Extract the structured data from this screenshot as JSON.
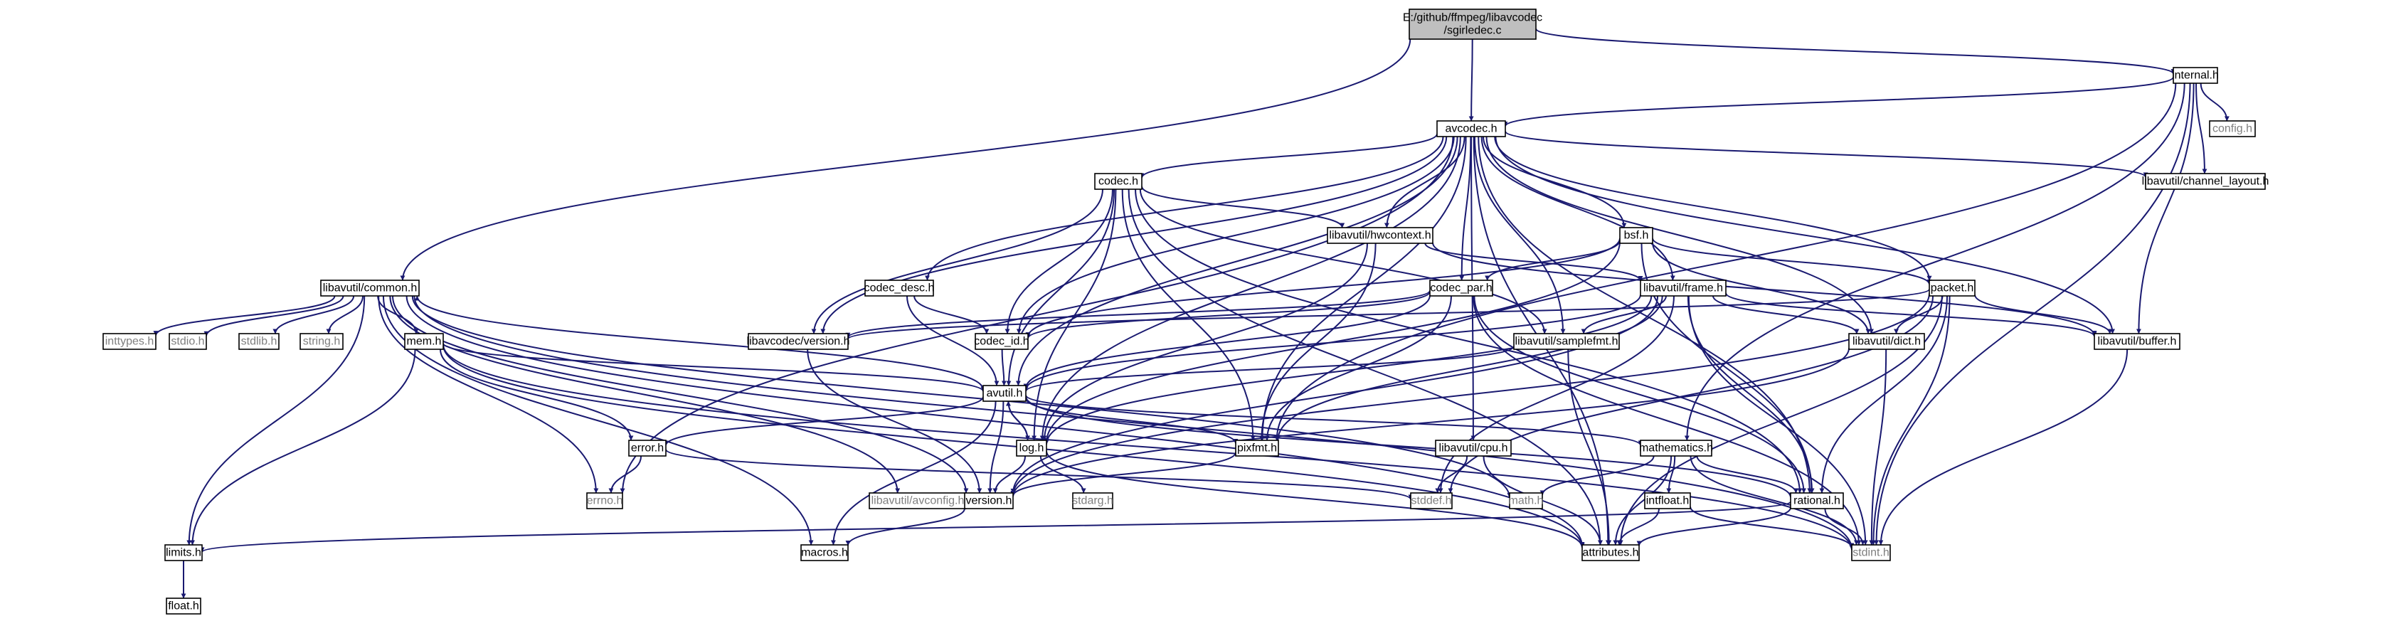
{
  "graph": {
    "colors": {
      "edge": "#191970",
      "root_fill": "#bfbfbf",
      "node_fill": "#ffffff",
      "node_border": "#000000",
      "external_border": "#bfbfbf",
      "external_text": "#7f7f7f",
      "text": "#000000"
    },
    "nodes": [
      {
        "id": "root",
        "label": [
          "E:/github/ffmpeg/libavcodec",
          "/sgirledec.c"
        ],
        "style": "root"
      },
      {
        "id": "internal_h",
        "label": [
          "internal.h"
        ],
        "style": "normal"
      },
      {
        "id": "avcodec_h",
        "label": [
          "avcodec.h"
        ],
        "style": "normal"
      },
      {
        "id": "config_h",
        "label": [
          "config.h"
        ],
        "style": "external"
      },
      {
        "id": "channel_layout_h",
        "label": [
          "libavutil/channel_layout.h"
        ],
        "style": "normal"
      },
      {
        "id": "codec_h",
        "label": [
          "codec.h"
        ],
        "style": "normal"
      },
      {
        "id": "hwcontext_h",
        "label": [
          "libavutil/hwcontext.h"
        ],
        "style": "normal"
      },
      {
        "id": "bsf_h",
        "label": [
          "bsf.h"
        ],
        "style": "normal"
      },
      {
        "id": "common_h",
        "label": [
          "libavutil/common.h"
        ],
        "style": "normal"
      },
      {
        "id": "codec_desc_h",
        "label": [
          "codec_desc.h"
        ],
        "style": "normal"
      },
      {
        "id": "codec_par_h",
        "label": [
          "codec_par.h"
        ],
        "style": "normal"
      },
      {
        "id": "frame_h",
        "label": [
          "libavutil/frame.h"
        ],
        "style": "normal"
      },
      {
        "id": "packet_h",
        "label": [
          "packet.h"
        ],
        "style": "normal"
      },
      {
        "id": "inttypes_h",
        "label": [
          "inttypes.h"
        ],
        "style": "external"
      },
      {
        "id": "stdio_h",
        "label": [
          "stdio.h"
        ],
        "style": "external"
      },
      {
        "id": "stdlib_h",
        "label": [
          "stdlib.h"
        ],
        "style": "external"
      },
      {
        "id": "string_h",
        "label": [
          "string.h"
        ],
        "style": "external"
      },
      {
        "id": "mem_h",
        "label": [
          "mem.h"
        ],
        "style": "normal"
      },
      {
        "id": "lavc_version_h",
        "label": [
          "libavcodec/version.h"
        ],
        "style": "normal"
      },
      {
        "id": "codec_id_h",
        "label": [
          "codec_id.h"
        ],
        "style": "normal"
      },
      {
        "id": "samplefmt_h",
        "label": [
          "libavutil/samplefmt.h"
        ],
        "style": "normal"
      },
      {
        "id": "dict_h",
        "label": [
          "libavutil/dict.h"
        ],
        "style": "normal"
      },
      {
        "id": "buffer_h",
        "label": [
          "libavutil/buffer.h"
        ],
        "style": "normal"
      },
      {
        "id": "avutil_h",
        "label": [
          "avutil.h"
        ],
        "style": "normal"
      },
      {
        "id": "error_h",
        "label": [
          "error.h"
        ],
        "style": "normal"
      },
      {
        "id": "log_h",
        "label": [
          "log.h"
        ],
        "style": "normal"
      },
      {
        "id": "pixfmt_h",
        "label": [
          "pixfmt.h"
        ],
        "style": "normal"
      },
      {
        "id": "cpu_h",
        "label": [
          "libavutil/cpu.h"
        ],
        "style": "normal"
      },
      {
        "id": "mathematics_h",
        "label": [
          "mathematics.h"
        ],
        "style": "normal"
      },
      {
        "id": "errno_h",
        "label": [
          "errno.h"
        ],
        "style": "external"
      },
      {
        "id": "avconfig_h",
        "label": [
          "libavutil/avconfig.h"
        ],
        "style": "external"
      },
      {
        "id": "version_h",
        "label": [
          "version.h"
        ],
        "style": "normal"
      },
      {
        "id": "stdarg_h",
        "label": [
          "stdarg.h"
        ],
        "style": "external"
      },
      {
        "id": "stddef_h",
        "label": [
          "stddef.h"
        ],
        "style": "external"
      },
      {
        "id": "math_h",
        "label": [
          "math.h"
        ],
        "style": "external"
      },
      {
        "id": "intfloat_h",
        "label": [
          "intfloat.h"
        ],
        "style": "normal"
      },
      {
        "id": "rational_h",
        "label": [
          "rational.h"
        ],
        "style": "normal"
      },
      {
        "id": "limits_h",
        "label": [
          "limits.h"
        ],
        "style": "normal"
      },
      {
        "id": "macros_h",
        "label": [
          "macros.h"
        ],
        "style": "normal"
      },
      {
        "id": "attributes_h",
        "label": [
          "attributes.h"
        ],
        "style": "normal"
      },
      {
        "id": "stdint_h",
        "label": [
          "stdint.h"
        ],
        "style": "external"
      },
      {
        "id": "float_h",
        "label": [
          "float.h"
        ],
        "style": "normal"
      }
    ],
    "edges": [
      [
        "root",
        "internal_h"
      ],
      [
        "root",
        "avcodec_h"
      ],
      [
        "root",
        "common_h"
      ],
      [
        "internal_h",
        "avcodec_h"
      ],
      [
        "internal_h",
        "config_h"
      ],
      [
        "internal_h",
        "channel_layout_h"
      ],
      [
        "internal_h",
        "buffer_h"
      ],
      [
        "internal_h",
        "stdint_h"
      ],
      [
        "internal_h",
        "pixfmt_h"
      ],
      [
        "internal_h",
        "mathematics_h"
      ],
      [
        "avcodec_h",
        "codec_h"
      ],
      [
        "avcodec_h",
        "hwcontext_h"
      ],
      [
        "avcodec_h",
        "bsf_h"
      ],
      [
        "avcodec_h",
        "codec_desc_h"
      ],
      [
        "avcodec_h",
        "codec_par_h"
      ],
      [
        "avcodec_h",
        "frame_h"
      ],
      [
        "avcodec_h",
        "packet_h"
      ],
      [
        "avcodec_h",
        "channel_layout_h"
      ],
      [
        "avcodec_h",
        "lavc_version_h"
      ],
      [
        "avcodec_h",
        "codec_id_h"
      ],
      [
        "avcodec_h",
        "samplefmt_h"
      ],
      [
        "avcodec_h",
        "dict_h"
      ],
      [
        "avcodec_h",
        "buffer_h"
      ],
      [
        "avcodec_h",
        "avutil_h"
      ],
      [
        "avcodec_h",
        "log_h"
      ],
      [
        "avcodec_h",
        "pixfmt_h"
      ],
      [
        "avcodec_h",
        "cpu_h"
      ],
      [
        "avcodec_h",
        "errno_h"
      ],
      [
        "avcodec_h",
        "rational_h"
      ],
      [
        "avcodec_h",
        "attributes_h"
      ],
      [
        "codec_h",
        "hwcontext_h"
      ],
      [
        "codec_h",
        "lavc_version_h"
      ],
      [
        "codec_h",
        "codec_id_h"
      ],
      [
        "codec_h",
        "samplefmt_h"
      ],
      [
        "codec_h",
        "avutil_h"
      ],
      [
        "codec_h",
        "log_h"
      ],
      [
        "codec_h",
        "pixfmt_h"
      ],
      [
        "codec_h",
        "rational_h"
      ],
      [
        "codec_h",
        "attributes_h"
      ],
      [
        "hwcontext_h",
        "buffer_h"
      ],
      [
        "hwcontext_h",
        "frame_h"
      ],
      [
        "hwcontext_h",
        "log_h"
      ],
      [
        "hwcontext_h",
        "pixfmt_h"
      ],
      [
        "bsf_h",
        "codec_id_h"
      ],
      [
        "bsf_h",
        "codec_par_h"
      ],
      [
        "bsf_h",
        "packet_h"
      ],
      [
        "bsf_h",
        "dict_h"
      ],
      [
        "bsf_h",
        "log_h"
      ],
      [
        "bsf_h",
        "rational_h"
      ],
      [
        "codec_desc_h",
        "codec_id_h"
      ],
      [
        "codec_desc_h",
        "avutil_h"
      ],
      [
        "codec_par_h",
        "lavc_version_h"
      ],
      [
        "codec_par_h",
        "codec_id_h"
      ],
      [
        "codec_par_h",
        "avutil_h"
      ],
      [
        "codec_par_h",
        "pixfmt_h"
      ],
      [
        "codec_par_h",
        "rational_h"
      ],
      [
        "codec_par_h",
        "stdint_h"
      ],
      [
        "frame_h",
        "avutil_h"
      ],
      [
        "frame_h",
        "buffer_h"
      ],
      [
        "frame_h",
        "dict_h"
      ],
      [
        "frame_h",
        "rational_h"
      ],
      [
        "frame_h",
        "samplefmt_h"
      ],
      [
        "frame_h",
        "pixfmt_h"
      ],
      [
        "frame_h",
        "version_h"
      ],
      [
        "frame_h",
        "stddef_h"
      ],
      [
        "frame_h",
        "stdint_h"
      ],
      [
        "frame_h",
        "log_h"
      ],
      [
        "packet_h",
        "buffer_h"
      ],
      [
        "packet_h",
        "dict_h"
      ],
      [
        "packet_h",
        "rational_h"
      ],
      [
        "packet_h",
        "attributes_h"
      ],
      [
        "packet_h",
        "stddef_h"
      ],
      [
        "packet_h",
        "stdint_h"
      ],
      [
        "packet_h",
        "version_h"
      ],
      [
        "packet_h",
        "lavc_version_h"
      ],
      [
        "common_h",
        "inttypes_h"
      ],
      [
        "common_h",
        "stdio_h"
      ],
      [
        "common_h",
        "stdlib_h"
      ],
      [
        "common_h",
        "string_h"
      ],
      [
        "common_h",
        "mem_h"
      ],
      [
        "common_h",
        "errno_h"
      ],
      [
        "common_h",
        "limits_h"
      ],
      [
        "common_h",
        "math_h"
      ],
      [
        "common_h",
        "stdint_h"
      ],
      [
        "common_h",
        "attributes_h"
      ],
      [
        "common_h",
        "macros_h"
      ],
      [
        "common_h",
        "version_h"
      ],
      [
        "common_h",
        "avconfig_h"
      ],
      [
        "mem_h",
        "limits_h"
      ],
      [
        "mem_h",
        "stdint_h"
      ],
      [
        "mem_h",
        "attributes_h"
      ],
      [
        "mem_h",
        "error_h"
      ],
      [
        "mem_h",
        "avutil_h"
      ],
      [
        "lavc_version_h",
        "version_h"
      ],
      [
        "codec_id_h",
        "avutil_h"
      ],
      [
        "samplefmt_h",
        "avutil_h"
      ],
      [
        "samplefmt_h",
        "attributes_h"
      ],
      [
        "dict_h",
        "stdint_h"
      ],
      [
        "dict_h",
        "version_h"
      ],
      [
        "buffer_h",
        "stdint_h"
      ],
      [
        "avutil_h",
        "error_h"
      ],
      [
        "avutil_h",
        "log_h"
      ],
      [
        "avutil_h",
        "pixfmt_h"
      ],
      [
        "avutil_h",
        "mathematics_h"
      ],
      [
        "avutil_h",
        "rational_h"
      ],
      [
        "avutil_h",
        "version_h"
      ],
      [
        "avutil_h",
        "macros_h"
      ],
      [
        "avutil_h",
        "common_h"
      ],
      [
        "error_h",
        "errno_h"
      ],
      [
        "error_h",
        "stddef_h"
      ],
      [
        "log_h",
        "stdarg_h"
      ],
      [
        "log_h",
        "version_h"
      ],
      [
        "log_h",
        "attributes_h"
      ],
      [
        "log_h",
        "avutil_h"
      ],
      [
        "pixfmt_h",
        "version_h"
      ],
      [
        "cpu_h",
        "stddef_h"
      ],
      [
        "cpu_h",
        "attributes_h"
      ],
      [
        "mathematics_h",
        "stdint_h"
      ],
      [
        "mathematics_h",
        "math_h"
      ],
      [
        "mathematics_h",
        "attributes_h"
      ],
      [
        "mathematics_h",
        "rational_h"
      ],
      [
        "mathematics_h",
        "intfloat_h"
      ],
      [
        "intfloat_h",
        "stdint_h"
      ],
      [
        "intfloat_h",
        "attributes_h"
      ],
      [
        "rational_h",
        "stdint_h"
      ],
      [
        "rational_h",
        "limits_h"
      ],
      [
        "rational_h",
        "attributes_h"
      ],
      [
        "limits_h",
        "float_h"
      ],
      [
        "version_h",
        "macros_h"
      ]
    ]
  }
}
